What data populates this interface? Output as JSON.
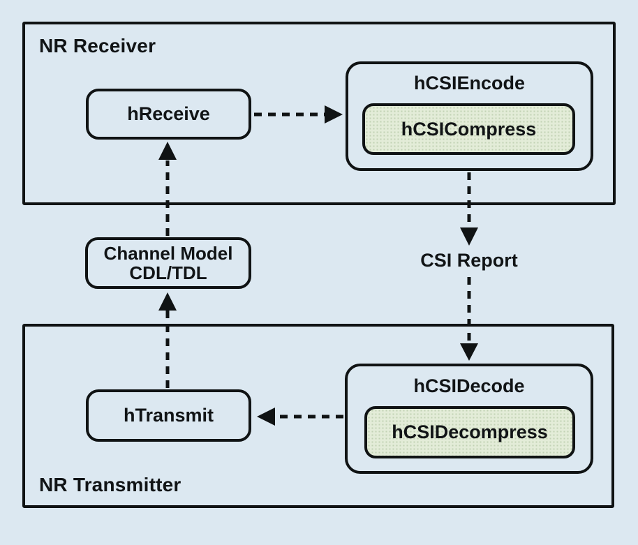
{
  "colors": {
    "background": "#dce8f1",
    "line": "#101314",
    "node_fill": "#dce8f1",
    "highlight_fill": "#e3ecd8",
    "highlight_dot": "#c2d2b4"
  },
  "receiver": {
    "label": "NR Receiver",
    "hreceive": "hReceive",
    "encoder": {
      "label": "hCSIEncode",
      "inner": "hCSICompress"
    }
  },
  "channel": {
    "line1": "Channel Model",
    "line2": "CDL/TDL"
  },
  "csi_report": "CSI Report",
  "transmitter": {
    "label": "NR Transmitter",
    "htransmit": "hTransmit",
    "decoder": {
      "label": "hCSIDecode",
      "inner": "hCSIDecompress"
    }
  },
  "connections": [
    {
      "from": "hReceive",
      "to": "hCSIEncode",
      "style": "dashed-arrow"
    },
    {
      "from": "hCSIEncode",
      "to": "CSI Report",
      "style": "dashed-arrow"
    },
    {
      "from": "CSI Report",
      "to": "hCSIDecode",
      "style": "dashed-arrow"
    },
    {
      "from": "hCSIDecode",
      "to": "hTransmit",
      "style": "dashed-arrow"
    },
    {
      "from": "hTransmit",
      "to": "Channel Model CDL/TDL",
      "style": "dashed-arrow"
    },
    {
      "from": "Channel Model CDL/TDL",
      "to": "hReceive",
      "style": "dashed-arrow"
    }
  ]
}
